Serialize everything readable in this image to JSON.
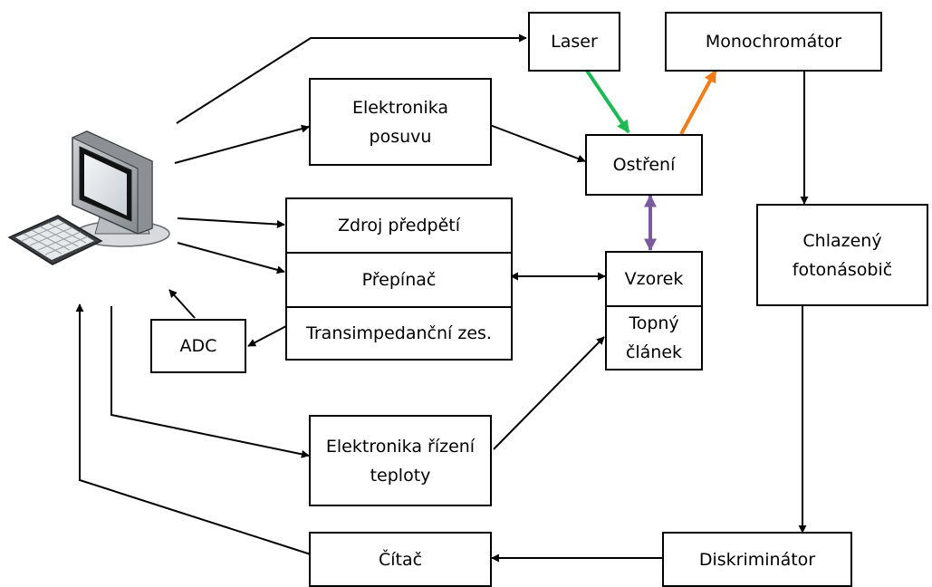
{
  "diagram": {
    "blocks": {
      "laser": "Laser",
      "monochromator": "Monochromátor",
      "elektronika_posuvu": "Elektronika\nposuvu",
      "ostreni": "Ostření",
      "zdroj_predpeti": "Zdroj předpětí",
      "prepinac": "Přepínač",
      "transimpedancni": "Transimpedanční  zes.",
      "vzorek": "Vzorek",
      "topny_clanek": "Topný\nčlánek",
      "adc": "ADC",
      "chlazeny_fotonasobic": "Chlazený\nfotonásobič",
      "elektronika_rizeni_teploty": "Elektronika řízení\nteploty",
      "citac": "Čítač",
      "diskriminator": "Diskriminátor"
    },
    "colors": {
      "laser_beam": "#1db954",
      "emission_beam": "#f07d1a",
      "coupling": "#7b5a9e",
      "line": "#000000"
    },
    "computer_icon": "computer-workstation-icon"
  }
}
